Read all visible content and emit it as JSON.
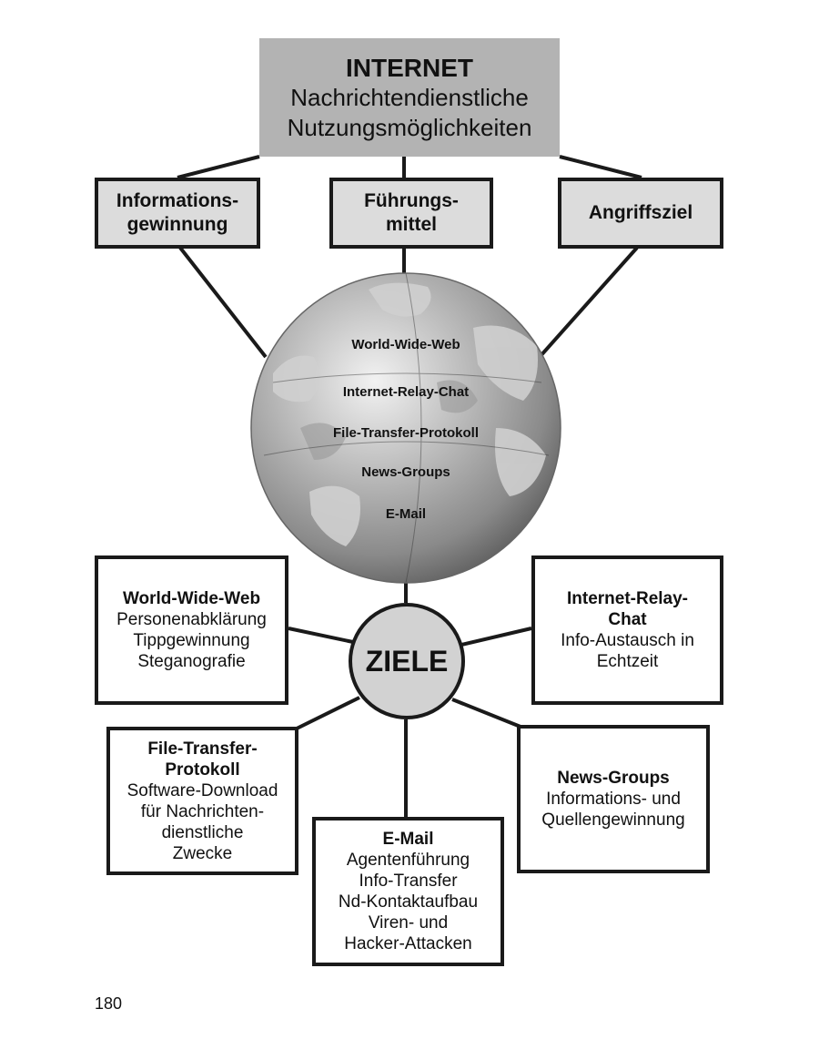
{
  "title": {
    "line1": "INTERNET",
    "line2": "Nachrichtendienstliche",
    "line3": "Nutzungsmöglichkeiten"
  },
  "categories": [
    {
      "lines": [
        "Informations-",
        "gewinnung"
      ]
    },
    {
      "lines": [
        "Führungs-",
        "mittel"
      ]
    },
    {
      "lines": [
        "Angriffsziel"
      ]
    }
  ],
  "globe_services": [
    "World-Wide-Web",
    "Internet-Relay-Chat",
    "File-Transfer-Protokoll",
    "News-Groups",
    "E-Mail"
  ],
  "center": "ZIELE",
  "targets": {
    "www": {
      "head": "World-Wide-Web",
      "lines": [
        "Personenabklärung",
        "Tippgewinnung",
        "Steganografie"
      ]
    },
    "irc": {
      "head": [
        "Internet-Relay-",
        "Chat"
      ],
      "lines": [
        "Info-Austausch in",
        "Echtzeit"
      ]
    },
    "ftp": {
      "head": [
        "File-Transfer-",
        "Protokoll"
      ],
      "lines": [
        "Software-Download",
        "für Nachrichten-",
        "dienstliche",
        "Zwecke"
      ]
    },
    "news": {
      "head": "News-Groups",
      "lines": [
        "Informations- und",
        "Quellengewinnung"
      ]
    },
    "email": {
      "head": "E-Mail",
      "lines": [
        "Agentenführung",
        "Info-Transfer",
        "Nd-Kontaktaufbau",
        "Viren- und",
        "Hacker-Attacken"
      ]
    }
  },
  "page_number": "180",
  "colors": {
    "title_box": "#b3b3b3",
    "category_box": "#dcdcdc",
    "center_circle": "#d2d2d2",
    "lines": "#1a1a1a"
  }
}
